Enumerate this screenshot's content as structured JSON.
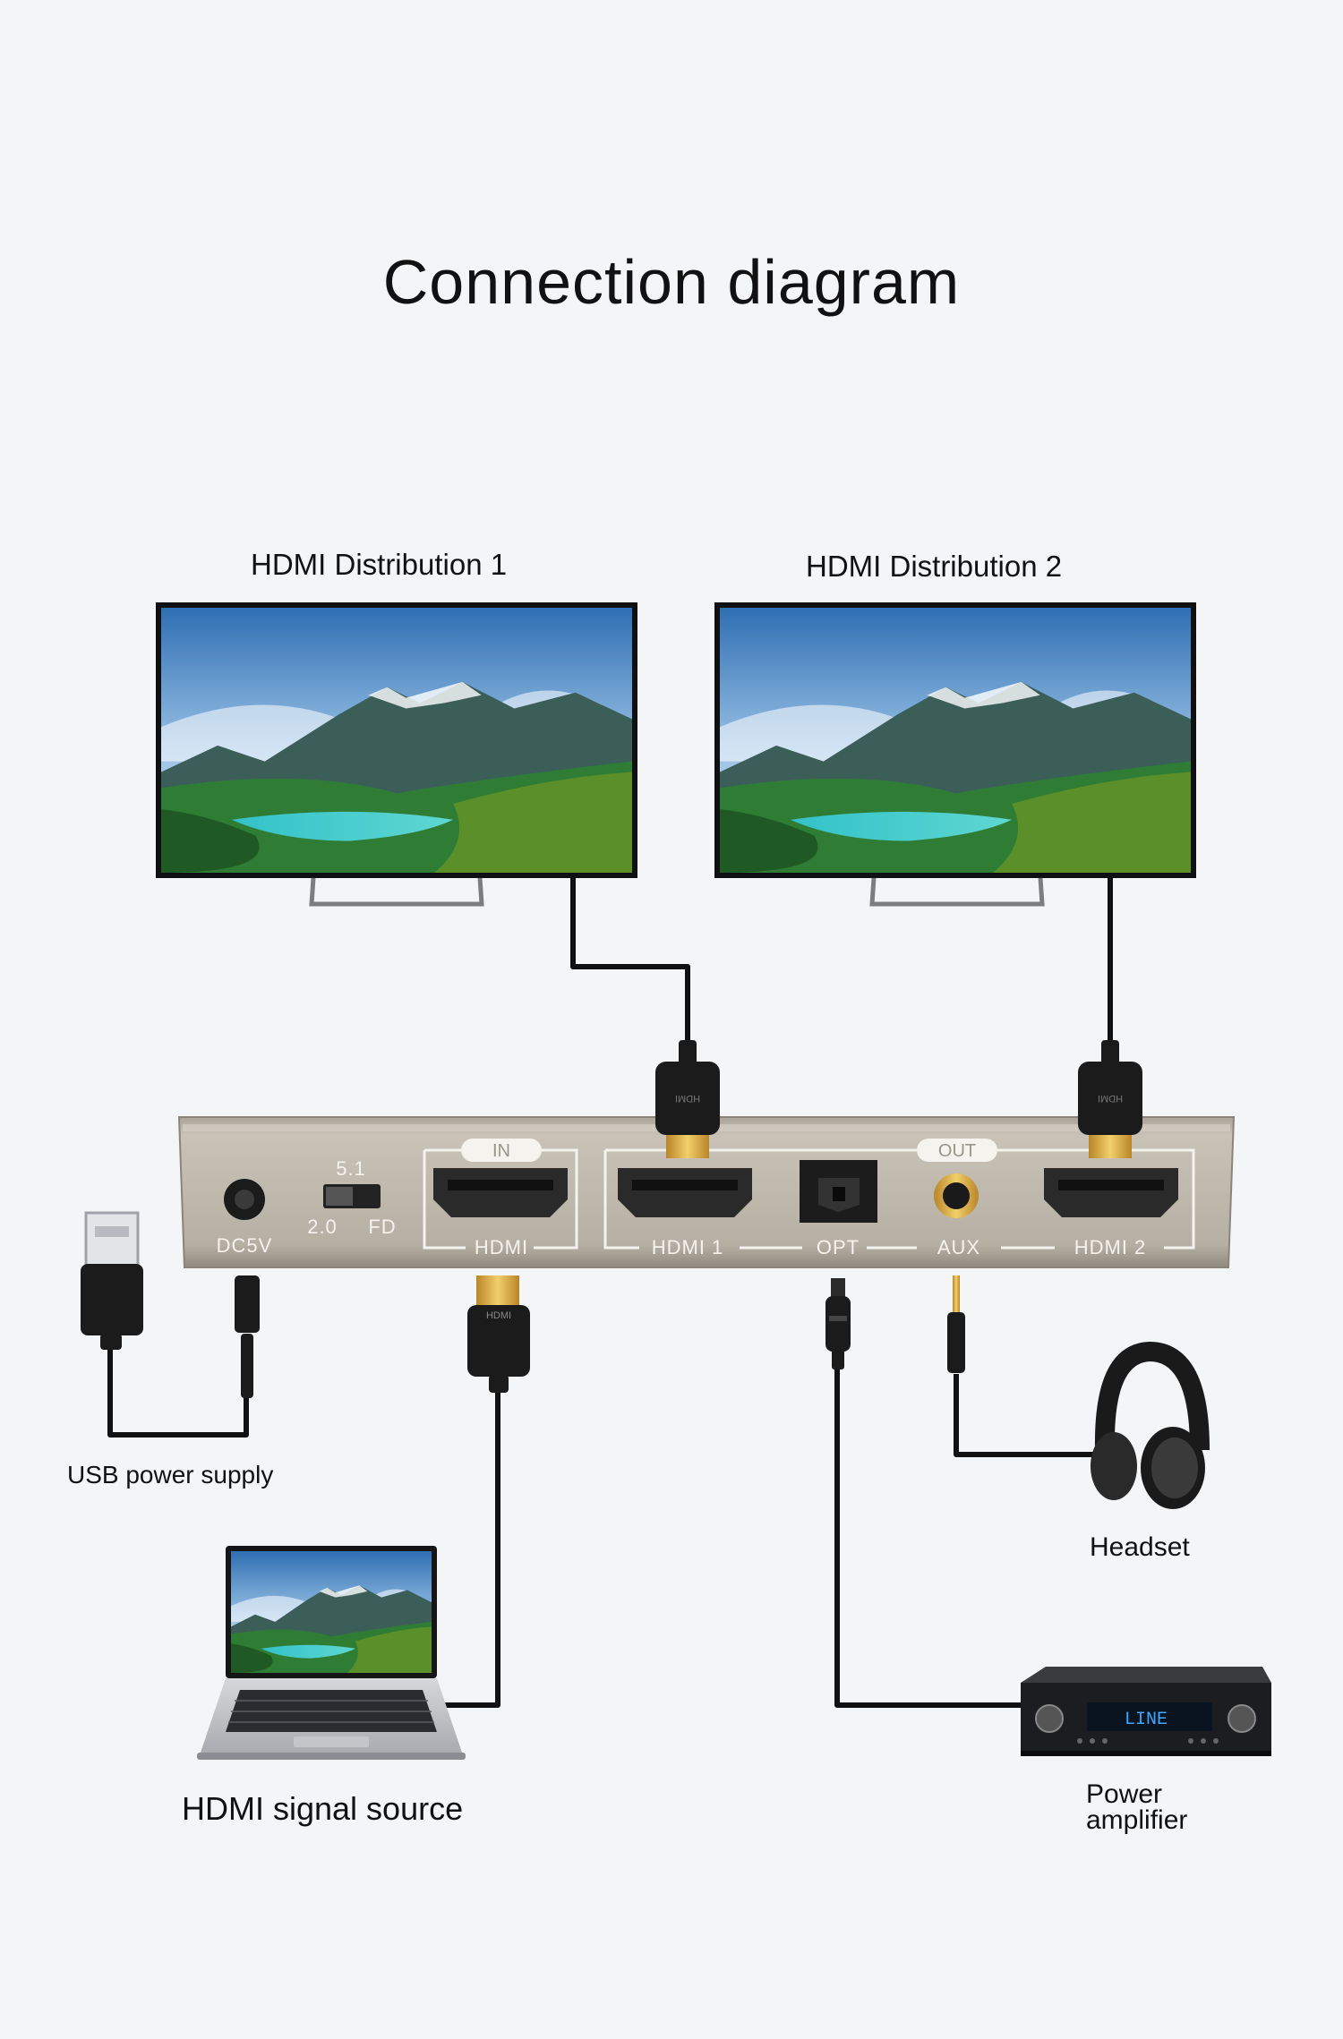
{
  "title": "Connection diagram",
  "labels": {
    "dist1": "HDMI Distribution 1",
    "dist2": "HDMI Distribution 2",
    "usb": "USB power supply",
    "source": "HDMI signal source",
    "headset": "Headset",
    "amp_line1": "Power",
    "amp_line2": "amplifier"
  },
  "panel": {
    "dc": "DC5V",
    "mode_top": "5.1",
    "mode_left": "2.0",
    "mode_right": "FD",
    "in_tag": "IN",
    "out_tag": "OUT",
    "hdmi_in": "HDMI",
    "hdmi1": "HDMI 1",
    "opt": "OPT",
    "aux": "AUX",
    "hdmi2": "HDMI 2"
  },
  "plug_text": "HDMI",
  "amp_display": "LINE",
  "colors": {
    "panel": "#b8b2a6",
    "gold": "#d6a636",
    "cable": "#111111"
  }
}
